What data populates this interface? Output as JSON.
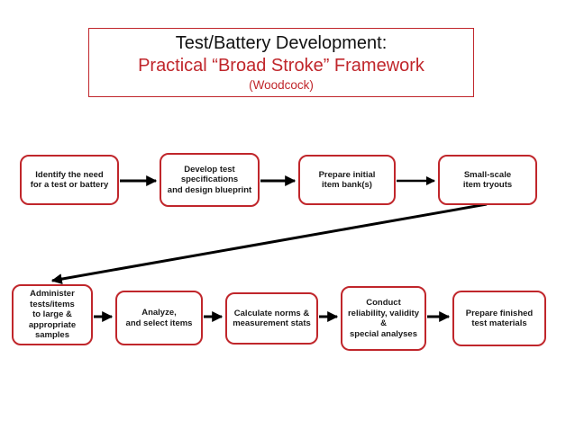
{
  "title": {
    "line1": "Test/Battery Development:",
    "line2": "Practical “Broad Stroke” Framework",
    "line3": "(Woodcock)"
  },
  "colors": {
    "box_border_red": "#c0262b",
    "title_border_red": "#c0262b",
    "title_accent_red": "#c0262b",
    "text_black": "#1a1a1a",
    "arrow_black": "#000000",
    "background": "#ffffff"
  },
  "flow": {
    "boxes": [
      {
        "id": "identify-need",
        "label": "Identify the need\nfor a test or battery"
      },
      {
        "id": "develop-specs",
        "label": "Develop test\nspecifications\nand design blueprint"
      },
      {
        "id": "prepare-item-bank",
        "label": "Prepare initial\nitem bank(s)"
      },
      {
        "id": "small-scale-tryouts",
        "label": "Small-scale\nitem tryouts"
      },
      {
        "id": "administer-tests",
        "label": "Administer\ntests/items\nto large &\nappropriate\nsamples"
      },
      {
        "id": "analyze-select",
        "label": "Analyze,\nand select items"
      },
      {
        "id": "calculate-norms",
        "label": "Calculate norms &\nmeasurement stats"
      },
      {
        "id": "conduct-reliability",
        "label": "Conduct\nreliability, validity\n&\nspecial analyses"
      },
      {
        "id": "prepare-finished",
        "label": "Prepare finished\ntest materials"
      }
    ],
    "connections": [
      "identify-need -> develop-specs",
      "develop-specs -> prepare-item-bank",
      "prepare-item-bank -> small-scale-tryouts",
      "small-scale-tryouts -> administer-tests",
      "administer-tests -> analyze-select",
      "analyze-select -> calculate-norms",
      "calculate-norms -> conduct-reliability",
      "conduct-reliability -> prepare-finished"
    ]
  }
}
